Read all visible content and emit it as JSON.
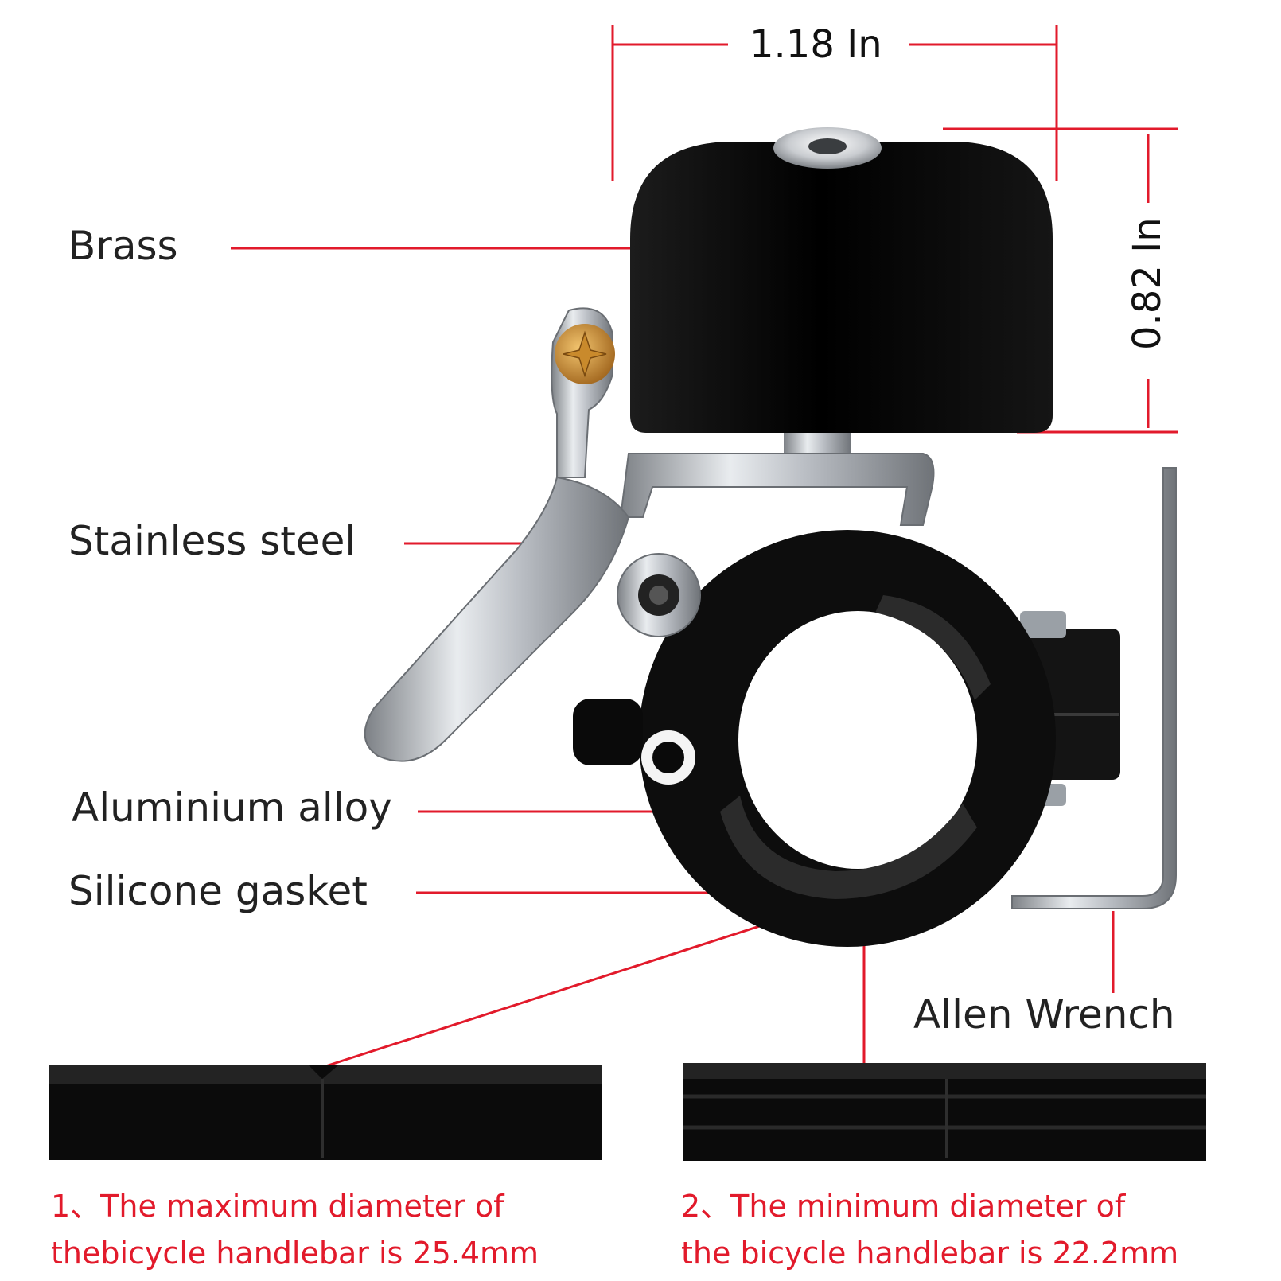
{
  "dimensions": {
    "width_label": "1.18 In",
    "height_label": "0.82 In"
  },
  "callouts": {
    "brass": "Brass",
    "stainless": "Stainless steel",
    "aluminium": "Aluminium alloy",
    "silicone": "Silicone gasket",
    "allen": "Allen Wrench"
  },
  "notes": {
    "left_line1": "1、The maximum diameter of",
    "left_line2": "thebicycle handlebar is 25.4mm",
    "right_line1": "2、The minimum diameter of",
    "right_line2": "the bicycle handlebar is 22.2mm"
  },
  "colors": {
    "accent_red": "#e21a2b",
    "bell_black": "#111111",
    "steel": "#b8bcc2"
  }
}
